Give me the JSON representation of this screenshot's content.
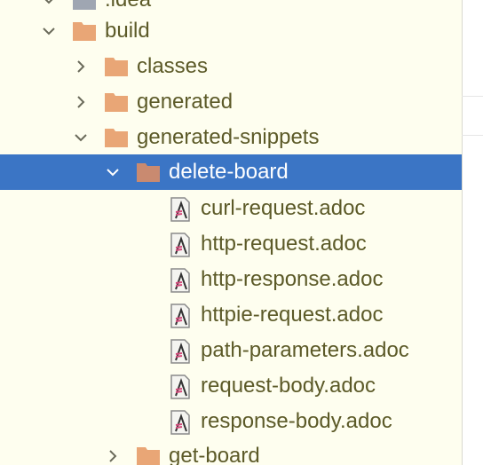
{
  "tree": {
    "items": [
      {
        "label": ".idea",
        "type": "folder",
        "expanded": false,
        "folder_color": "#9fa6b2"
      },
      {
        "label": "build",
        "type": "folder",
        "expanded": true,
        "folder_color": "#e9a676"
      },
      {
        "label": "classes",
        "type": "folder",
        "expanded": false,
        "folder_color": "#e9a676"
      },
      {
        "label": "generated",
        "type": "folder",
        "expanded": false,
        "folder_color": "#e9a676"
      },
      {
        "label": "generated-snippets",
        "type": "folder",
        "expanded": true,
        "folder_color": "#e9a676"
      },
      {
        "label": "delete-board",
        "type": "folder",
        "expanded": true,
        "selected": true,
        "folder_color": "#c98a70"
      },
      {
        "label": "curl-request.adoc",
        "type": "file",
        "icon": "asciidoc-file-icon"
      },
      {
        "label": "http-request.adoc",
        "type": "file",
        "icon": "asciidoc-file-icon"
      },
      {
        "label": "http-response.adoc",
        "type": "file",
        "icon": "asciidoc-file-icon"
      },
      {
        "label": "httpie-request.adoc",
        "type": "file",
        "icon": "asciidoc-file-icon"
      },
      {
        "label": "path-parameters.adoc",
        "type": "file",
        "icon": "asciidoc-file-icon"
      },
      {
        "label": "request-body.adoc",
        "type": "file",
        "icon": "asciidoc-file-icon"
      },
      {
        "label": "response-body.adoc",
        "type": "file",
        "icon": "asciidoc-file-icon"
      },
      {
        "label": "get-board",
        "type": "folder",
        "expanded": false,
        "folder_color": "#e9a676"
      }
    ]
  },
  "colors": {
    "background": "#fefeef",
    "selection": "#3b75c5",
    "text": "#5c5a28",
    "folder": "#e9a676"
  }
}
